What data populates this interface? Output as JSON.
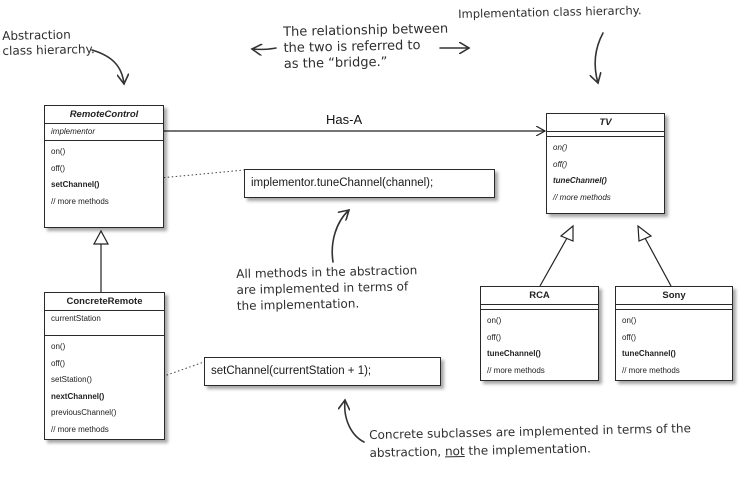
{
  "annotations": {
    "abstraction_hierarchy": [
      "Abstraction",
      "class hierarchy."
    ],
    "bridge": [
      "The relationship between",
      "the two is referred to",
      "as the “bridge.”"
    ],
    "implementation_hierarchy": "Implementation class hierarchy.",
    "methods_note": [
      "All methods in the abstraction",
      "are implemented in terms of",
      "the implementation."
    ],
    "concrete_note_line1": "Concrete subclasses are implemented in terms of the",
    "concrete_note_line2_pre": "abstraction, ",
    "concrete_note_line2_emph": "not",
    "concrete_note_line2_post": " the implementation."
  },
  "has_a_label": "Has-A",
  "classes": {
    "remote_control": {
      "name": "RemoteControl",
      "fields": [
        "implementor"
      ],
      "methods": [
        "on()",
        "off()",
        "setChannel()",
        "// more methods"
      ]
    },
    "concrete_remote": {
      "name": "ConcreteRemote",
      "fields": [
        "currentStation"
      ],
      "methods": [
        "on()",
        "off()",
        "setStation()",
        "nextChannel()",
        "previousChannel()",
        "// more methods"
      ]
    },
    "tv": {
      "name": "TV",
      "fields": [
        ""
      ],
      "methods": [
        "on()",
        "off()",
        "tuneChannel()",
        "// more methods"
      ]
    },
    "rca": {
      "name": "RCA",
      "fields": [
        ""
      ],
      "methods": [
        "on()",
        "off()",
        "tuneChannel()",
        "// more methods"
      ]
    },
    "sony": {
      "name": "Sony",
      "fields": [
        ""
      ],
      "methods": [
        "on()",
        "off()",
        "tuneChannel()",
        "// more methods"
      ]
    }
  },
  "code": {
    "set_channel_impl": "implementor.tuneChannel(channel);",
    "next_channel_impl": "setChannel(currentStation + 1);"
  }
}
